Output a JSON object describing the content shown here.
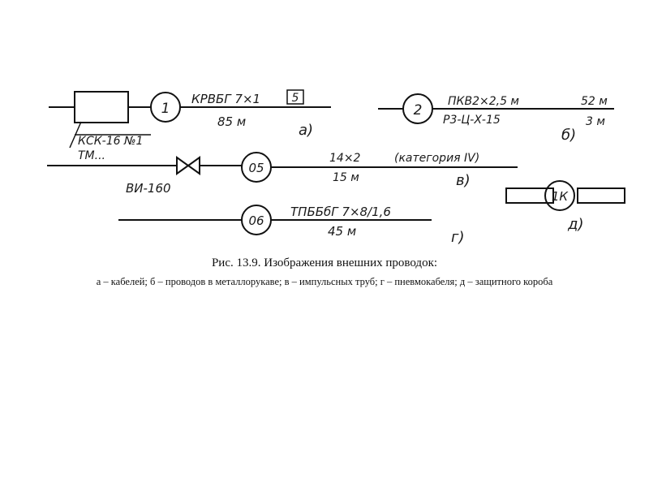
{
  "diagram": {
    "a": {
      "circle": "1",
      "cable": "КРВБГ 7×1",
      "box_num": "5",
      "length": "85 м",
      "box_label": "КСК-16 №1",
      "box_sub": "ТМ...",
      "letter": "а)"
    },
    "b": {
      "circle": "2",
      "wire": "ПКВ2×2,5 м",
      "length1": "52 м",
      "hose": "Р3-Ц-Х-15",
      "length2": "3 м",
      "letter": "б)"
    },
    "v": {
      "circle": "05",
      "valve_label": "ВИ-160",
      "size": "14×2",
      "category": "(категория IV)",
      "length": "15 м",
      "letter": "в)"
    },
    "g": {
      "circle": "06",
      "cable": "ТПББбГ  7×8/1,6",
      "length": "45 м",
      "letter": "г)"
    },
    "d": {
      "circle": "1К",
      "letter": "д)"
    }
  },
  "caption": {
    "title": "Рис. 13.9. Изображения внешних проводок:",
    "legend": "а – кабелей; б – проводов в металлорукаве; в – импульсных труб; г – пневмокабеля; д – защитного короба"
  }
}
